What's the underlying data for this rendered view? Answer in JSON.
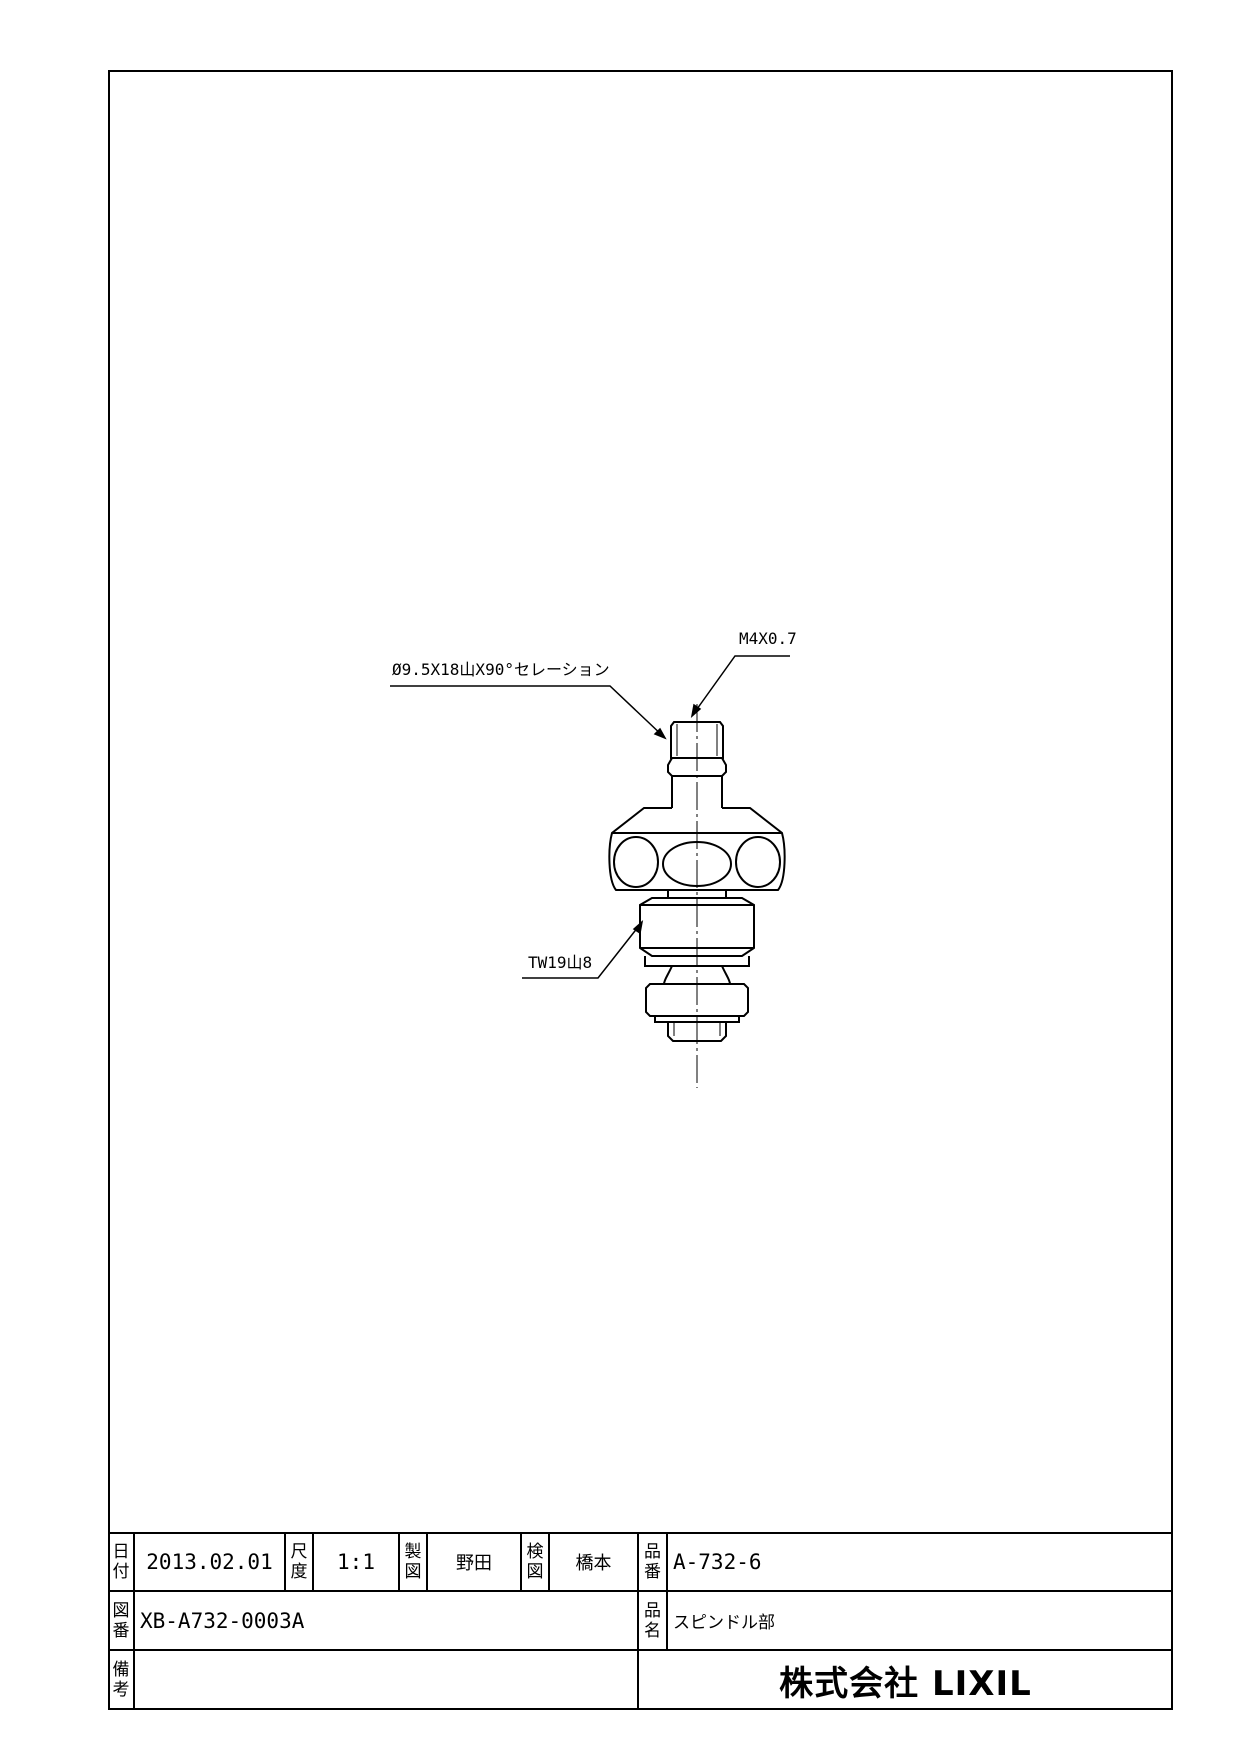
{
  "callouts": {
    "serration": "Ø9.5X18山X90°セレーション",
    "thread": "M4X0.7",
    "tw_thread": "TW19山8"
  },
  "title_block": {
    "date_label": [
      "日",
      "付"
    ],
    "date_value": "2013.02.01",
    "scale_label": [
      "尺",
      "度"
    ],
    "scale_value": "1:1",
    "drafter_label": [
      "製",
      "図"
    ],
    "drafter_value": "野田",
    "checker_label": [
      "検",
      "図"
    ],
    "checker_value": "橋本",
    "part_no_label": [
      "品",
      "番"
    ],
    "part_no_value": "A-732-6",
    "drawing_no_label": [
      "図",
      "番"
    ],
    "drawing_no_value": "XB-A732-0003A",
    "part_name_label": [
      "品",
      "名"
    ],
    "part_name_value": "スピンドル部",
    "remarks_label": [
      "備",
      "考"
    ],
    "company": "株式会社 LIXIL"
  }
}
